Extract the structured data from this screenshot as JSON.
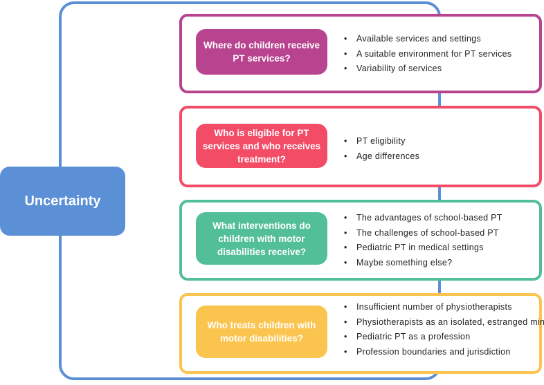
{
  "root": {
    "label": "Uncertainty",
    "color": "#5B8FD6"
  },
  "branches": [
    {
      "question": "Where do children receive PT services?",
      "color": "#B8438F",
      "items": [
        "Available services and settings",
        "A suitable environment for PT services",
        "Variability of services"
      ]
    },
    {
      "question": "Who is eligible for PT services and who receives treatment?",
      "color": "#F24C67",
      "items": [
        "PT eligibility",
        "Age differences"
      ]
    },
    {
      "question": "What interventions do children with motor disabilities receive?",
      "color": "#52BF98",
      "items": [
        "The advantages of school-based PT",
        "The challenges of school-based PT",
        "Pediatric PT in medical settings",
        "Maybe something else?"
      ]
    },
    {
      "question": "Who treats children with motor disabilities?",
      "color": "#FBC44F",
      "items": [
        "Insufficient number of physiotherapists",
        "Physiotherapists as an isolated, estranged minority",
        "Pediatric PT as a profession",
        "Profession boundaries and jurisdiction"
      ]
    }
  ]
}
